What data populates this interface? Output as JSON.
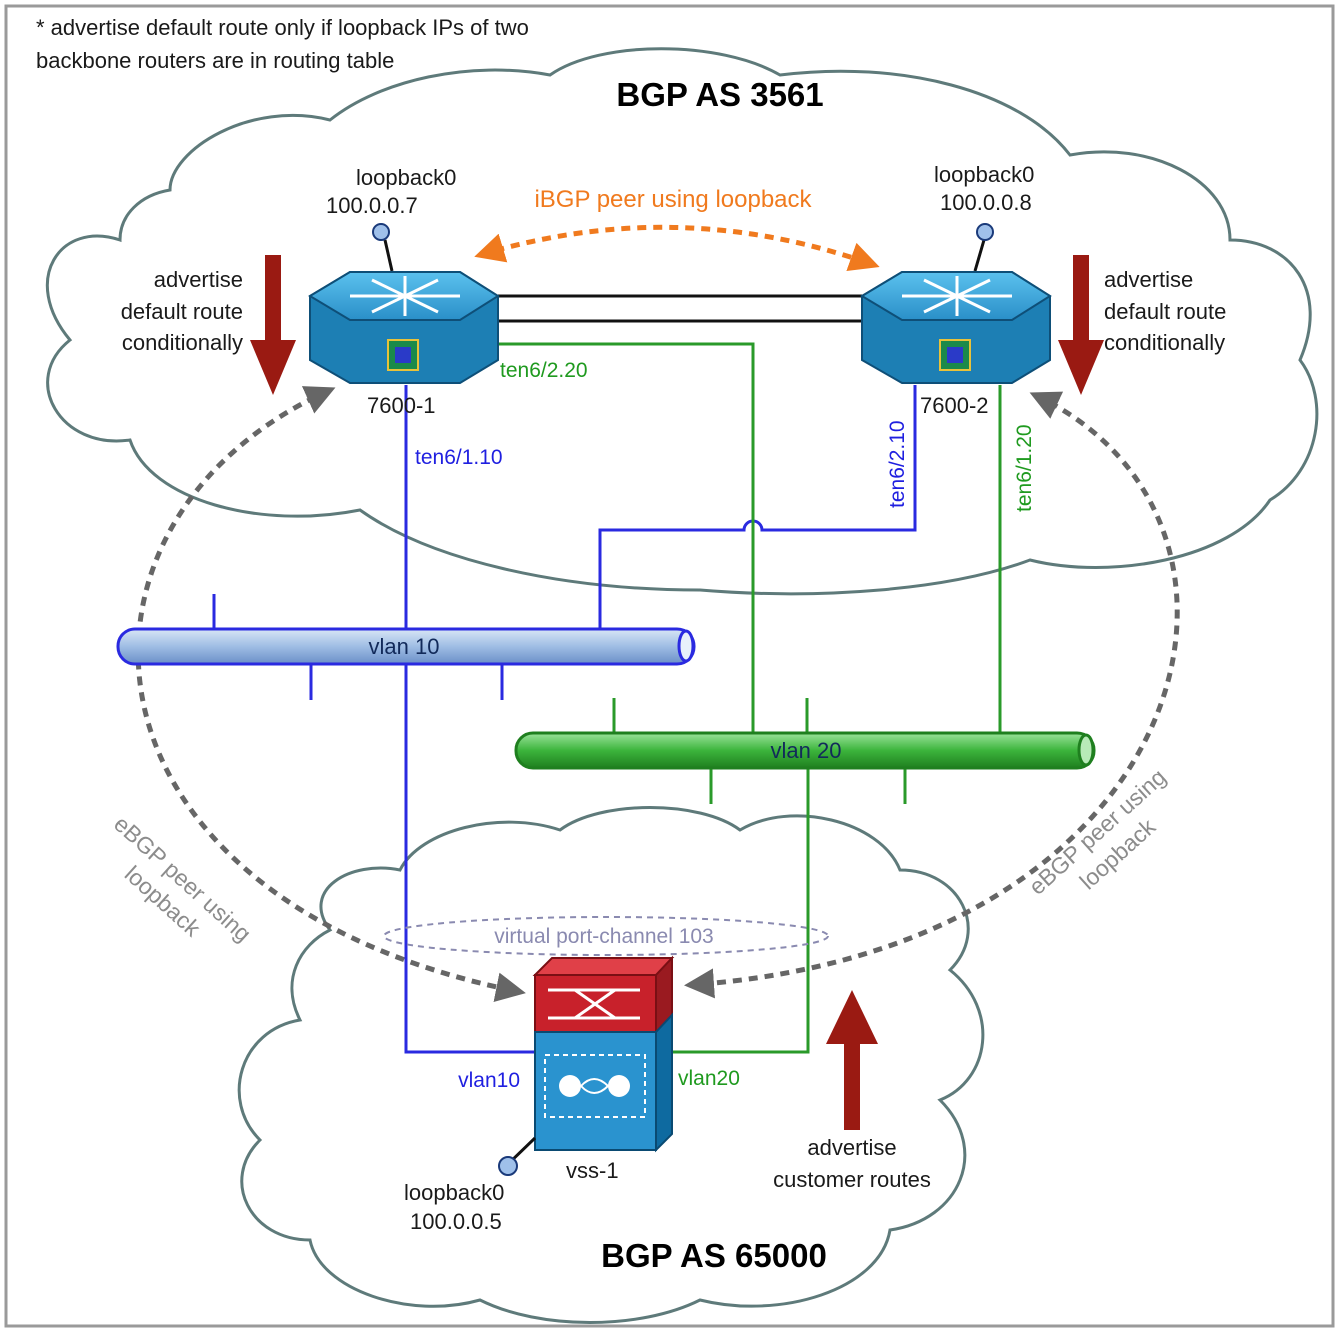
{
  "note_lines": [
    "* advertise default route only if loopback IPs of two",
    "backbone routers are in routing table"
  ],
  "as_top": "BGP  AS 3561",
  "as_bottom": "BGP  AS 65000",
  "ibgp_label": "iBGP peer using loopback",
  "routers": {
    "r1": {
      "name": "7600-1",
      "loop_label": "loopback0",
      "loop_ip": "100.0.0.7"
    },
    "r2": {
      "name": "7600-2",
      "loop_label": "loopback0",
      "loop_ip": "100.0.0.8"
    },
    "vss": {
      "name": "vss-1",
      "loop_label": "loopback0",
      "loop_ip": "100.0.0.5"
    }
  },
  "advertise_default": {
    "left": [
      "advertise",
      "default route",
      "conditionally"
    ],
    "right": [
      "advertise",
      "default route",
      "conditionally"
    ]
  },
  "advertise_customer": [
    "advertise",
    "customer routes"
  ],
  "interfaces": {
    "r1_ten6_2_20": "ten6/2.20",
    "r1_ten6_1_10": "ten6/1.10",
    "r2_ten6_2_10": "ten6/2.10",
    "r2_ten6_1_20": "ten6/1.20",
    "vss_vlan10": "vlan10",
    "vss_vlan20": "vlan20"
  },
  "vlans": {
    "vlan10": "vlan 10",
    "vlan20": "vlan 20"
  },
  "virtual_port_channel": "virtual port-channel 103",
  "ebgp_left": [
    "eBGP peer using",
    "loopback"
  ],
  "ebgp_right": [
    "eBGP peer using",
    "loopback"
  ],
  "colors": {
    "vlan10_line": "#2a2ae0",
    "vlan20_line": "#2a9a2a",
    "ibgp_arrow": "#f07a1e",
    "ebgp_arrow": "#666666",
    "advertise_arrow": "#9a1a12",
    "router_blue": "#2f9bd3",
    "vss_red": "#c8212b"
  },
  "icons": {
    "router": "router-icon",
    "vss": "vss-switch-icon",
    "loopback": "loopback-pin-icon"
  }
}
